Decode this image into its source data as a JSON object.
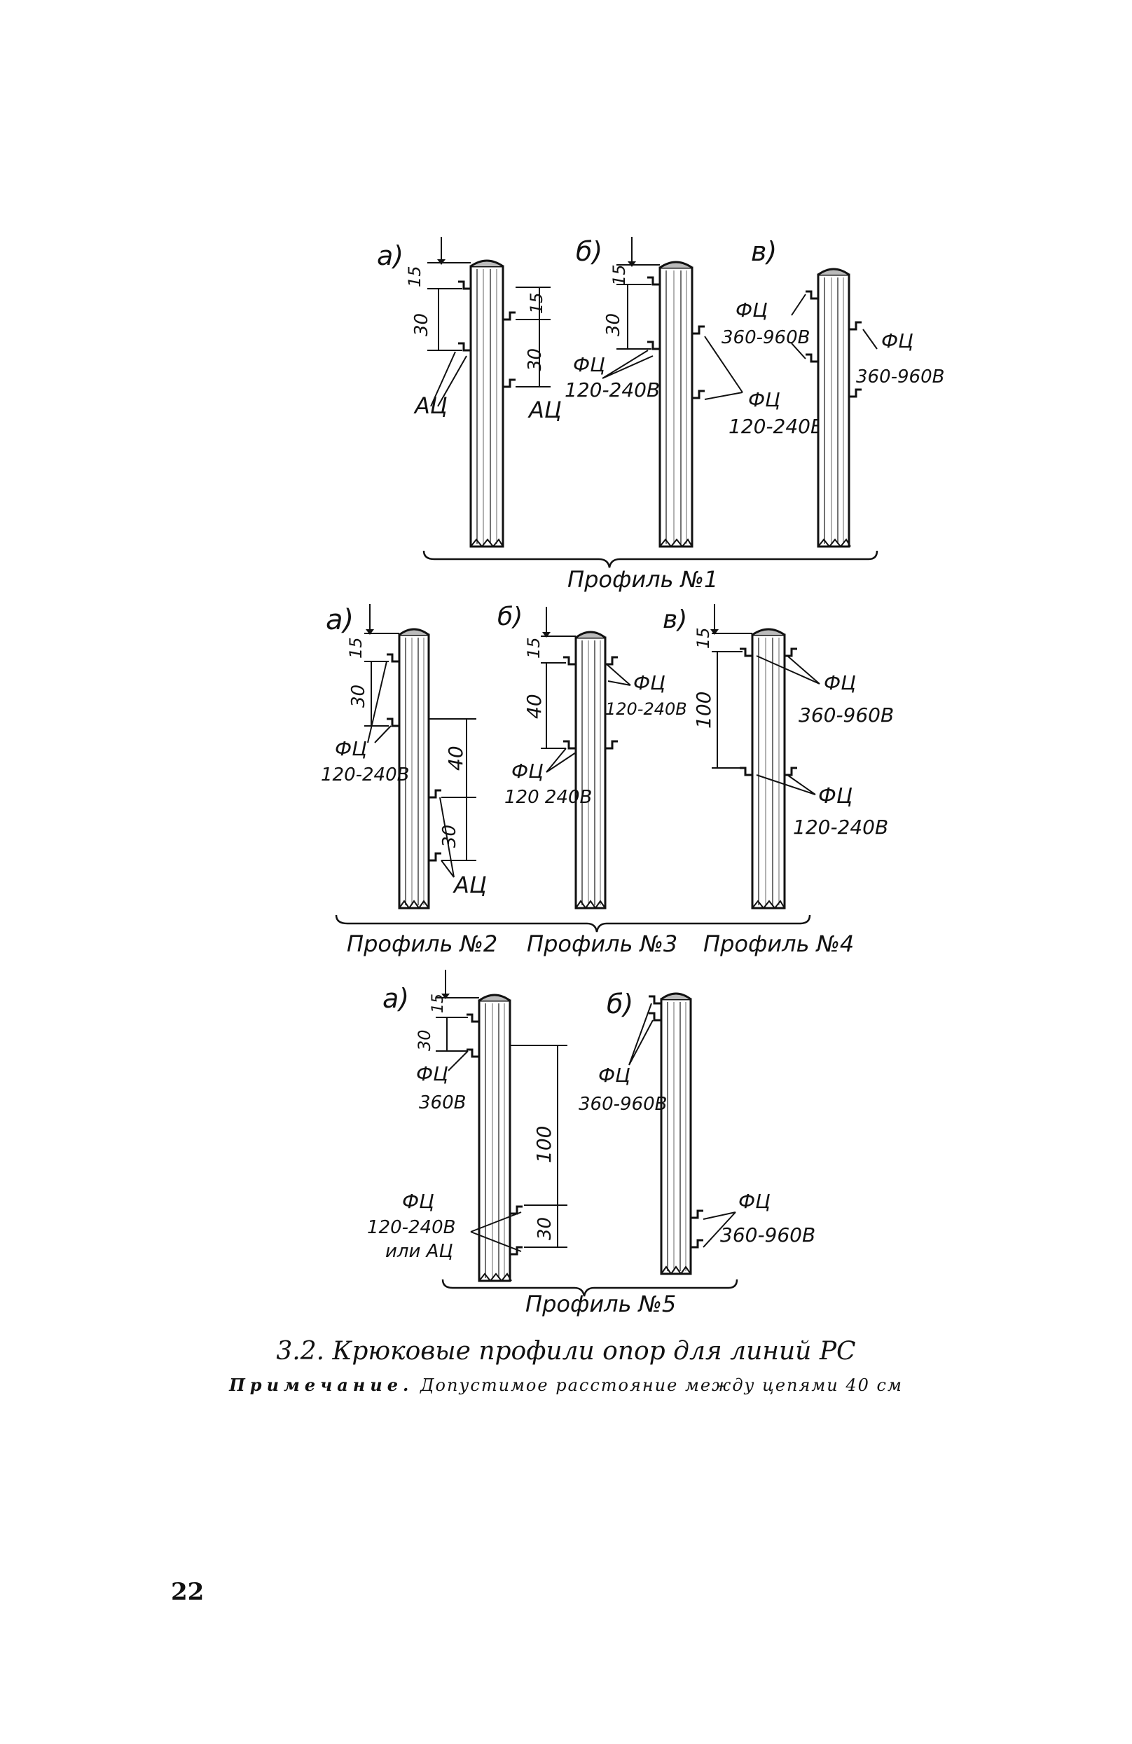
{
  "profile1": {
    "variant_a": "а)",
    "variant_b": "б)",
    "variant_v": "в)",
    "dims_a": [
      "15",
      "30",
      "15",
      "30"
    ],
    "labels_a": [
      "АЦ",
      "АЦ"
    ],
    "dims_b": [
      "15",
      "30"
    ],
    "labels_b": [
      "ФЦ",
      "120-240В",
      "ФЦ",
      "120-240В"
    ],
    "labels_v": [
      "ФЦ",
      "360-960В",
      "ФЦ",
      "360-960В"
    ],
    "name": "Профиль №1"
  },
  "profile2": {
    "variant": "а)",
    "dims": [
      "15",
      "30",
      "40",
      "30"
    ],
    "labels": [
      "ФЦ",
      "120-240В",
      "АЦ"
    ],
    "name": "Профиль №2"
  },
  "profile3": {
    "variant": "б)",
    "dims": [
      "15",
      "40"
    ],
    "labels": [
      "ФЦ",
      "120-240В",
      "ФЦ",
      "120 240В"
    ],
    "name": "Профиль №3"
  },
  "profile4": {
    "variant": "в)",
    "dims": [
      "15",
      "100"
    ],
    "labels": [
      "ФЦ",
      "360-960В",
      "ФЦ",
      "120-240В"
    ],
    "name": "Профиль №4"
  },
  "profile5": {
    "variant_a": "а)",
    "variant_b": "б)",
    "dims_a": [
      "30",
      "15",
      "100",
      "30"
    ],
    "labels_a": [
      "ФЦ",
      "360В",
      "ФЦ",
      "120-240В",
      "или АЦ"
    ],
    "labels_b": [
      "ФЦ",
      "360-960В",
      "ФЦ",
      "360-960В"
    ],
    "name": "Профиль №5"
  },
  "caption": "3.2. Крюковые профили опор для линий РС",
  "note_label": "Примечание.",
  "note_text": "Допустимое расстояние между цепями 40 см",
  "page_number": "22"
}
